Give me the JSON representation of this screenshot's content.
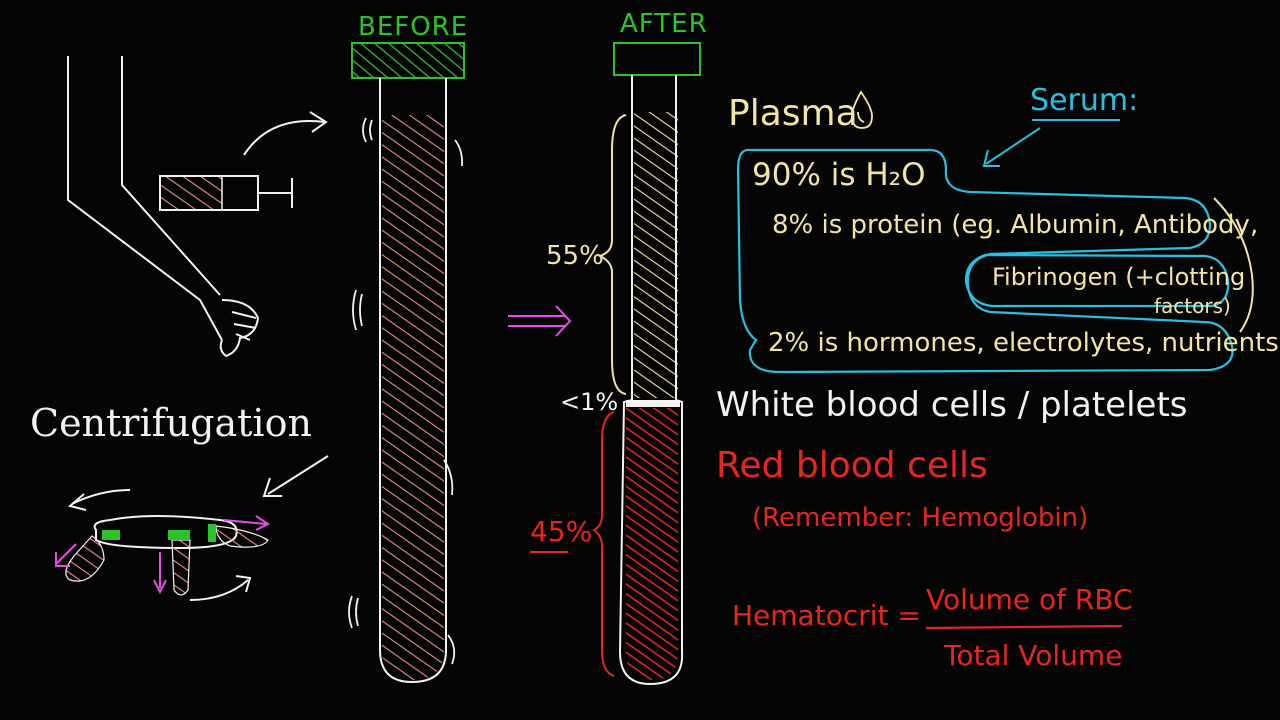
{
  "labels": {
    "before": "BEFORE",
    "after": "AFTER",
    "centrifugation": "Centrifugation",
    "plasma": "Plasma",
    "serum": "Serum:",
    "pct_55": "55%",
    "pct_lt1": "<1%",
    "pct_45": "45%"
  },
  "plasma_components": {
    "water": "90% is H₂O",
    "protein": "8% is protein (eg. Albumin, Antibody,",
    "fibrinogen": "Fibrinogen (+clotting",
    "factors": "factors)",
    "hormones": "2% is hormones, electrolytes, nutrients"
  },
  "layers": {
    "wbc": "White blood cells / platelets",
    "rbc": "Red blood cells",
    "remember": "(Remember: Hemoglobin)"
  },
  "formula": {
    "lhs": "Hematocrit =",
    "numerator": "Volume of RBC",
    "denominator": "Total Volume"
  },
  "colors": {
    "chalk": "#f2f2f2",
    "plasma": "#f3e4a2",
    "red": "#e8261c",
    "pink": "#f08a8a",
    "green": "#2ec22a",
    "cyan": "#29bfe0",
    "magenta": "#e24fe6"
  }
}
